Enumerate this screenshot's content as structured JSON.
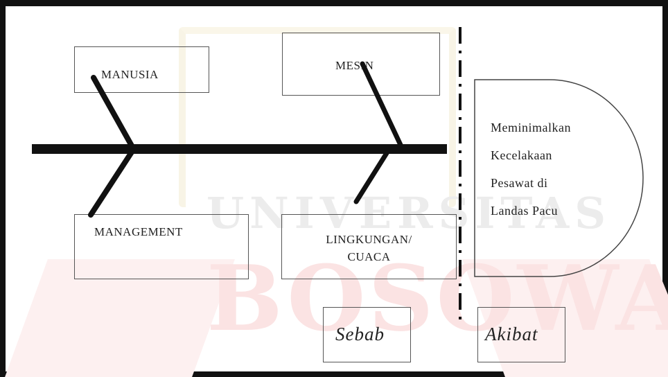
{
  "causes": {
    "manusia": "MANUSIA",
    "mesin": "MESIN",
    "management": "MANAGEMENT",
    "lingkungan_line1": "LINGKUNGAN/",
    "lingkungan_line2": "CUACA"
  },
  "effect": {
    "lines": [
      "Meminimalkan",
      "Kecelakaan",
      "Pesawat di",
      "Landas Pacu"
    ]
  },
  "legend": {
    "cause": "Sebab",
    "effect": "Akibat"
  },
  "watermark": {
    "line1": "UNIVERSITAS",
    "line2": "BOSOWA"
  },
  "colors": {
    "spine": "#111111",
    "box_border": "#555555",
    "watermark_text": "#fbe3e3"
  }
}
